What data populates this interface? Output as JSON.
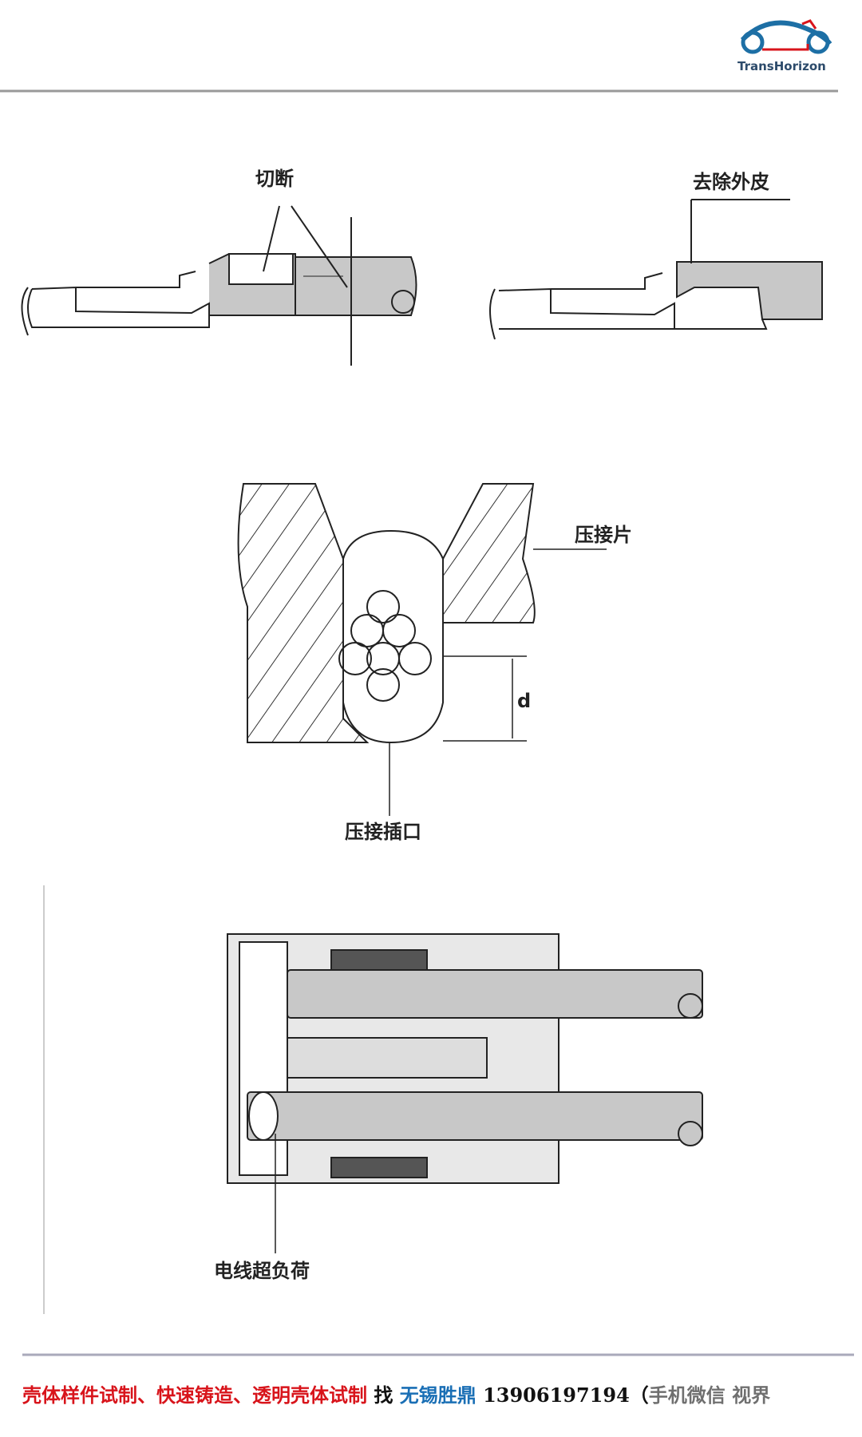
{
  "header": {
    "logo_text": "TransHorizon"
  },
  "diagram_cut": {
    "label_cut": "切断",
    "label_strip": "去除外皮"
  },
  "diagram_crimp": {
    "label_crimp_plate": "压接片",
    "label_crimp_slot": "压接插口",
    "label_d": "d"
  },
  "diagram_overload": {
    "label_overload": "电线超负荷"
  },
  "footer": {
    "ad_services": "壳体样件试制、快速铸造、透明壳体试制",
    "find": "找",
    "company": "无锡胜鼎",
    "phone": "13906197194（",
    "watermark": "手机微信 视界"
  },
  "colors": {
    "gray_fill": "#c8c8c8",
    "red": "#d8141b",
    "blue": "#1a6fb5"
  }
}
